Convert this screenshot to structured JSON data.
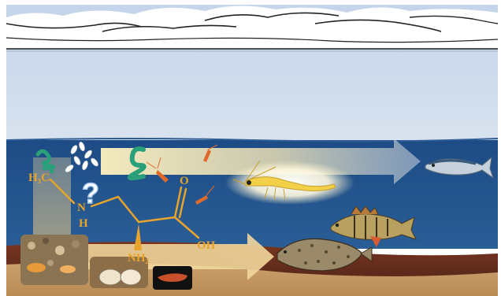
{
  "molecule": {
    "methyl": "H₃C",
    "n_atom": "N",
    "n_hydrogen": "H",
    "carbonyl_o": "O",
    "hydroxyl": "OH",
    "amine": "NH₂"
  },
  "question_mark": "?",
  "colors": {
    "sky": "#c8d6e8",
    "water": "#1e4d86",
    "sediment": "#6a3a2a",
    "molecule": "#e8a42a",
    "cyanobacteria": "#2aa07a"
  },
  "icons": [
    "cloud-band",
    "cyanobacteria-icon",
    "diatoms-icon",
    "copepod-icon",
    "mysid-shrimp-icon",
    "herring-icon",
    "perch-icon",
    "flounder-icon",
    "benthic-invertebrates-icon",
    "clams-icon",
    "worm-icon",
    "transfer-arrow"
  ]
}
